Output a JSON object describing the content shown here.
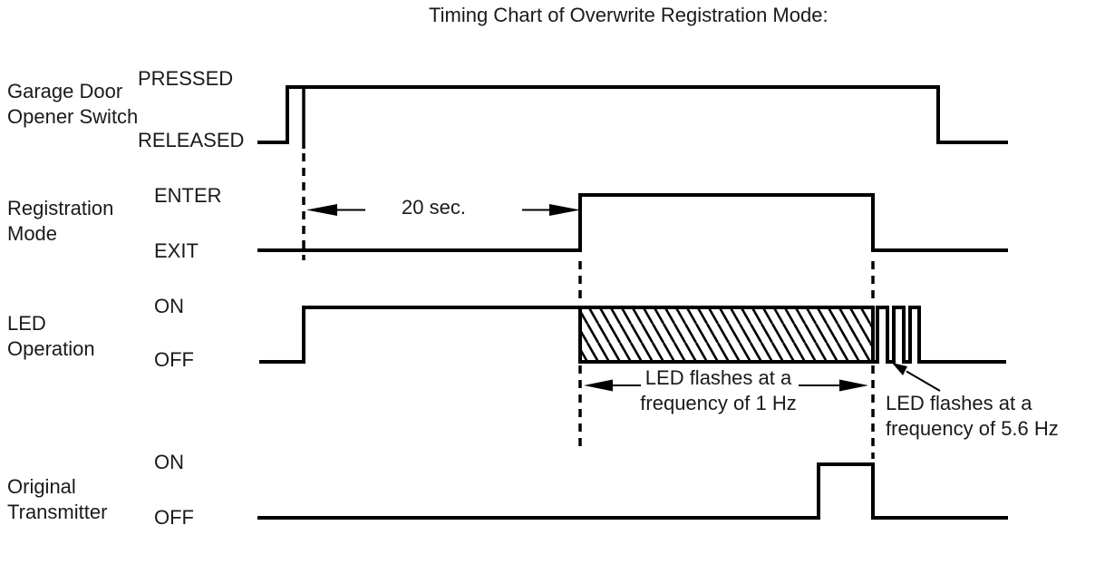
{
  "title": "Timing Chart of Overwrite Registration Mode:",
  "colors": {
    "line": "#000000",
    "text": "#1a1a1a",
    "background": "#ffffff"
  },
  "signals": [
    {
      "label_lines": [
        "Garage Door",
        "Opener Switch"
      ],
      "high_label": "PRESSED",
      "low_label": "RELEASED"
    },
    {
      "label_lines": [
        "Registration",
        "Mode"
      ],
      "high_label": "ENTER",
      "low_label": "EXIT"
    },
    {
      "label_lines": [
        "LED",
        "Operation"
      ],
      "high_label": "ON",
      "low_label": "OFF"
    },
    {
      "label_lines": [
        "Original",
        "Transmitter"
      ],
      "high_label": "ON",
      "low_label": "OFF"
    }
  ],
  "annotations": {
    "delay": "20 sec.",
    "flash_1hz_lines": [
      "LED flashes at a",
      "frequency of 1 Hz"
    ],
    "flash_5_6hz_lines": [
      "LED flashes at a",
      "frequency of 5.6 Hz"
    ]
  }
}
